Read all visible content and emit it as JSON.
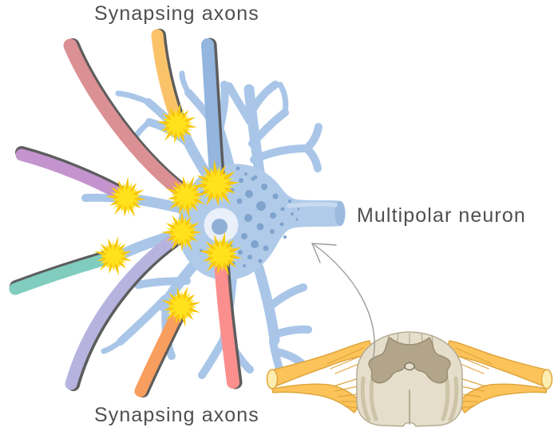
{
  "labels": {
    "synapsing_axons_top": "Synapsing axons",
    "multipolar_neuron": "Multipolar neuron",
    "synapsing_axons_bottom": "Synapsing axons"
  },
  "palette": {
    "label_text": "#4f4f4f",
    "dendrite": "#a9c6e8",
    "soma": "#b0cbe9",
    "soma_speckle": "#7fa3cd",
    "nucleus": "#e9f0f9",
    "nucleolus": "#8fafd5",
    "axon_cap": "#9cb9de",
    "axon_highlight": "#c9dbf1",
    "synapse": "#ffe21c",
    "synapse_glow": "#f8c90e",
    "edge_dark": "#5d5d5d",
    "arrow": "#9b9b9b",
    "axon_rose": "#db9093",
    "axon_amber": "#fac36a",
    "axon_blue": "#93b5de",
    "axon_purple": "#c494cf",
    "axon_teal": "#80cdc0",
    "axon_lavender": "#b6b4df",
    "axon_orange": "#f89e5e",
    "axon_salmon": "#fb8f8e",
    "cord_body": "#e4decb",
    "cord_outline": "#b5ac92",
    "cord_shade": "#cdc3a6",
    "gray_matter": "#b2a58a",
    "gray_matter_outline": "#998d72",
    "canal_fill": "#e6dfcc",
    "canal_outline": "#7f7663",
    "nerve": "#fcc35b",
    "nerve_outline": "#dfa63e",
    "nerve_cut": "#fdedb0"
  }
}
